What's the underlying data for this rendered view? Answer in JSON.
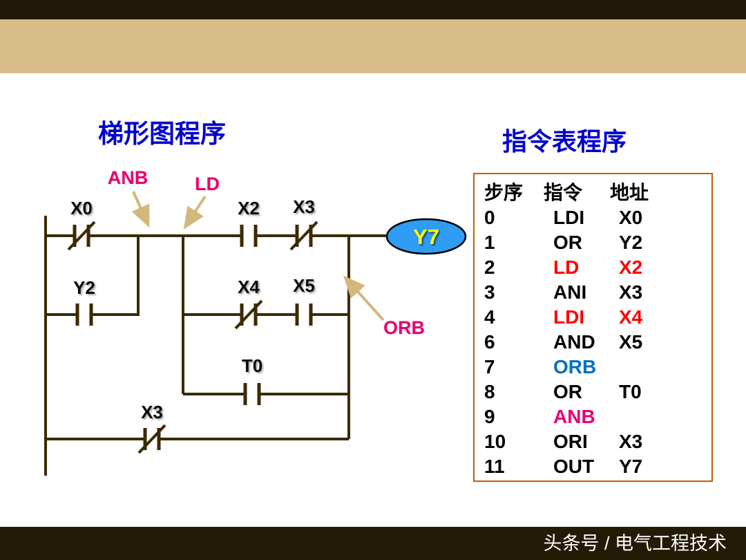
{
  "titles": {
    "ladder": "梯形图程序",
    "instruction": "指令表程序"
  },
  "ladder": {
    "contacts": {
      "x0": "X0",
      "y2": "Y2",
      "x2": "X2",
      "x3_top": "X3",
      "x4": "X4",
      "x5": "X5",
      "t0": "T0",
      "x3_bottom": "X3"
    },
    "output_label": "Y7",
    "annotations": {
      "anb": "ANB",
      "ld": "LD",
      "orb": "ORB"
    }
  },
  "table": {
    "headers": {
      "step": "步序",
      "instruction": "指令",
      "address": "地址"
    },
    "rows": [
      {
        "step": "0",
        "instruction": "LDI",
        "address": "X0"
      },
      {
        "step": "1",
        "instruction": "OR",
        "address": "Y2"
      },
      {
        "step": "2",
        "instruction": "LD",
        "address": "X2"
      },
      {
        "step": "3",
        "instruction": "ANI",
        "address": "X3"
      },
      {
        "step": "4",
        "instruction": "LDI",
        "address": "X4"
      },
      {
        "step": "6",
        "instruction": "AND",
        "address": "X5"
      },
      {
        "step": "7",
        "instruction": "ORB",
        "address": ""
      },
      {
        "step": "8",
        "instruction": "OR",
        "address": "T0"
      },
      {
        "step": "9",
        "instruction": "ANB",
        "address": ""
      },
      {
        "step": "10",
        "instruction": "ORI",
        "address": "X3"
      },
      {
        "step": "11",
        "instruction": "OUT",
        "address": "Y7"
      }
    ]
  },
  "footer": {
    "text": "头条号 / 电气工程技术"
  },
  "colors": {
    "top_bar": "#211807",
    "tan_band": "#d7bd87",
    "bottom_bar": "#241b07",
    "wire_brown": "#3b2a02",
    "annotation_magenta": "#e60073",
    "arrow_tan": "#d2b87c",
    "title_blue": "#0000cc",
    "table_border_orange": "#c06000",
    "row_red": "#ff0000",
    "row_blue": "#0070c0",
    "coil_fill_blue": "#2e9df3",
    "coil_text_yellow": "#ffff00"
  }
}
